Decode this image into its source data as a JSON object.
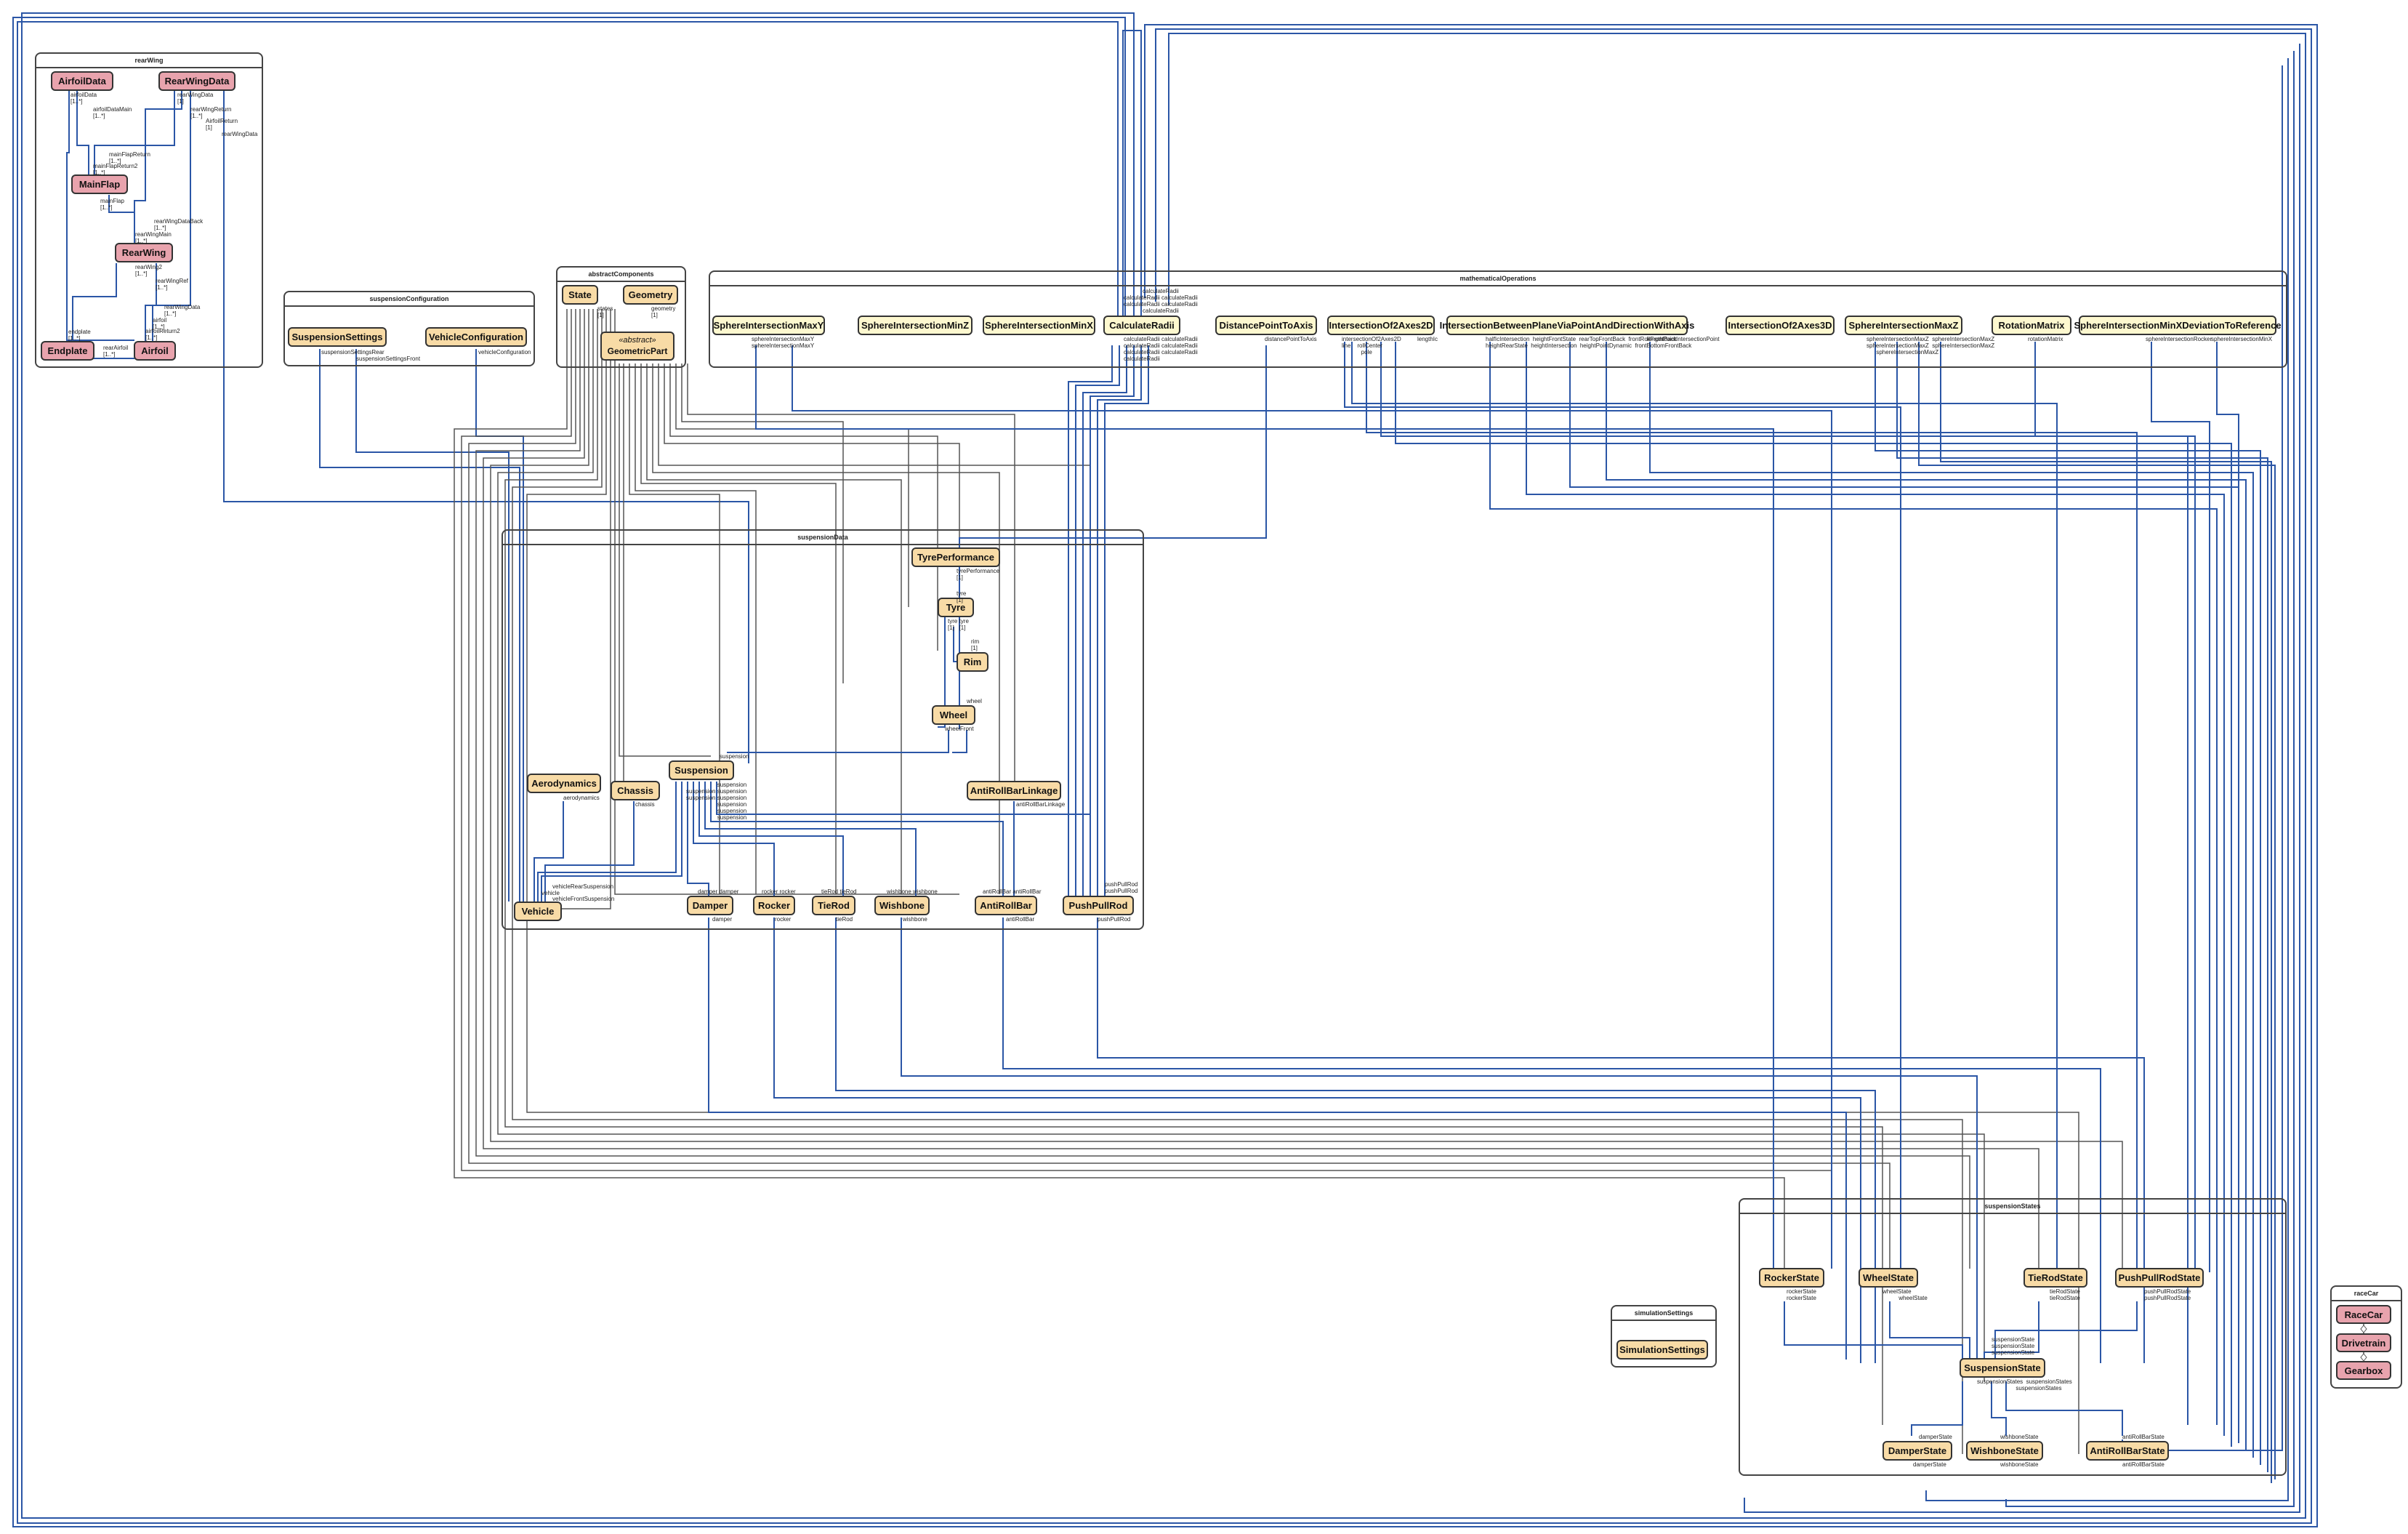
{
  "packages": {
    "rearWing": "rearWing",
    "suspensionConfiguration": "suspensionConfiguration",
    "abstractComponents": "abstractComponents",
    "mathematicalOperations": "mathematicalOperations",
    "suspensionData": "suspensionData",
    "suspensionStates": "suspensionStates",
    "simulationSettings": "simulationSettings",
    "raceCar": "raceCar"
  },
  "classes": {
    "airfoilData": "AirfoilData",
    "rearWingData": "RearWingData",
    "mainFlap": "MainFlap",
    "rearWing": "RearWing",
    "endplate": "Endplate",
    "airfoil": "Airfoil",
    "suspensionSettings": "SuspensionSettings",
    "vehicleConfiguration": "VehicleConfiguration",
    "state": "State",
    "geometry": "Geometry",
    "geometricPartStereotype": "«abstract»",
    "geometricPart": "GeometricPart",
    "sphereIntersectionMaxY": "SphereIntersectionMaxY",
    "sphereIntersectionMinZ": "SphereIntersectionMinZ",
    "sphereIntersectionMinX": "SphereIntersectionMinX",
    "calculateRadii": "CalculateRadii",
    "distancePointToAxis": "DistancePointToAxis",
    "intersectionOf2Axes2D": "IntersectionOf2Axes2D",
    "intersectionPlaneVia": "IntersectionBetweenPlaneViaPointAndDirectionWithAxis",
    "intersectionOf2Axes3D": "IntersectionOf2Axes3D",
    "sphereIntersectionMaxZ": "SphereIntersectionMaxZ",
    "rotationMatrix": "RotationMatrix",
    "sphereIntersectionMinXDev": "SphereIntersectionMinXDeviationToReference",
    "tyrePerformance": "TyrePerformance",
    "tyre": "Tyre",
    "rim": "Rim",
    "wheel": "Wheel",
    "suspension": "Suspension",
    "aerodynamics": "Aerodynamics",
    "chassis": "Chassis",
    "antiRollBarLinkage": "AntiRollBarLinkage",
    "vehicle": "Vehicle",
    "damper": "Damper",
    "rocker": "Rocker",
    "tieRod": "TieRod",
    "wishbone": "Wishbone",
    "antiRollBar": "AntiRollBar",
    "pushPullRod": "PushPullRod",
    "rockerState": "RockerState",
    "wheelState": "WheelState",
    "tieRodState": "TieRodState",
    "pushPullRodState": "PushPullRodState",
    "suspensionState": "SuspensionState",
    "damperState": "DamperState",
    "wishboneState": "WishboneState",
    "antiRollBarState": "AntiRollBarState",
    "simulationSettingsCls": "SimulationSettings",
    "raceCar": "RaceCar",
    "drivetrain": "Drivetrain",
    "gearbox": "Gearbox"
  },
  "labels": {
    "airfoilData_roles": "airfoilData\n[1..*]",
    "airfoilDataMain": "airfoilDataMain\n[1..*]",
    "rearWingData_roles": "rearWingData\n[1]",
    "rearWingReturn": "rearWingReturn\n[1..*]",
    "airfoilReturn": "AirfoilReturn\n[1]",
    "rearWingData_r": "rearWingData",
    "mainFlapReturn": "mainFlapReturn\n[1..*]",
    "mainFlapReturn2": "mainFlapReturn2\n[1..*]",
    "mainFlap": "mainFlap\n[1..*]",
    "rearWingDataBack": "rearWingDataBack\n[1..*]",
    "rearWingMain": "rearWingMain\n[1..*]",
    "rearWing2": "rearWing2\n[1..*]",
    "rearWingRef": "rearWingRef\n[1..*]",
    "rearWingData2": "rearWingData\n[1..*]",
    "airfoil": "airfoil\n[1..*]",
    "airfoilReturn2": "airfoilReturn2\n[1..*]",
    "endplate": "endplate\n[1..*]",
    "rearAirfoil": "rearAirfoil\n[1..*]",
    "suspensionSettingsRear": "suspensionSettingsRear",
    "suspensionSettingsFront": "suspensionSettingsFront",
    "vehicleConfiguration": "vehicleConfiguration",
    "states": "states\n[1]",
    "geometry": "geometry\n[1]",
    "sphereIntersectionMaxY": "sphereIntersectionMaxY\nsphereIntersectionMaxY",
    "calculateRadii_top": "calculateRadii\ncalculateRadii calculateRadii\ncalculateRadii calculateRadii\ncalculateRadii",
    "calculateRadii_bottom": "calculateRadii calculateRadii\ncalculateRadii calculateRadii\ncalculateRadii calculateRadii\ncalculateRadii",
    "distancePointToAxis": "distancePointToAxis",
    "intersectionOf2Axes2D": "intersectionOf2Axes2D\nline    rollCenter\n            pole",
    "lengthIc": "lengthIc",
    "planeVia": "halfIcIntersection  heightFrontState  rearTopFrontBack  frontRollFrontBack\nheightRearState  heightIntersection  heightPointDynamic  frontBottomFrontBack",
    "lengthRearAxis": "lengthPointIntersectionPoint",
    "sphereIntersectionMaxZ": "sphereIntersectionMaxZ  sphereIntersectionMaxZ\nsphereIntersectionMaxZ  sphereIntersectionMaxZ\n      sphereIntersectionMaxZ",
    "rotationMatrix": "rotationMatrix",
    "sphereIntersectionRocker": "sphereIntersectionRocker",
    "sphereIntersectionMinX": "sphereIntersectionMinX",
    "tyrePerformance": "tyrePerformance\n[1]",
    "tyre": "tyre\n[1]",
    "tyreTyre": "tyre tyre\n[1]   [1]",
    "rim": "rim\n[1]",
    "wheel": "wheel",
    "wheelFront": "wheelFront",
    "suspension": "suspension",
    "suspensionFan": "suspension\nsuspension suspension\nsuspension suspension\nsuspension\nsuspension\nsuspension",
    "aerodynamics": "aerodynamics",
    "chassis": "chassis",
    "antiRollBarLinkage": "antiRollBarLinkage",
    "vehicleRearSuspension": "vehicleRearSuspension",
    "vehicle": "vehicle",
    "vehicleFrontSuspension": "vehicleFrontSuspension",
    "damperTop": "damper  damper",
    "damper": "damper",
    "rockerTop": "rocker  rocker",
    "rocker": "rocker",
    "tieRodTop": "tieRod  tieRod",
    "tieRod": "tieRod",
    "wishboneTop": "wishbone  wishbone",
    "wishbone": "wishbone",
    "antiRollBarTop": "antiRollBar  antiRollBar",
    "antiRollBar": "antiRollBar",
    "pushPullRodTop": "pushPullRod\npushPullRod",
    "pushPullRod": "pushPullRod",
    "rockerState": "rockerState\nrockerState",
    "wheelState": "wheelState\n          wheelState",
    "tieRodState": "tieRodState\ntieRodState",
    "pushPullRodState": "pushPullRodState\npushPullRodState",
    "suspensionStateTop": "suspensionState\nsuspensionState\nsuspensionState",
    "suspensionStates": "suspensionStates  suspensionStates\n                        suspensionStates",
    "damperStateTop": "damperState",
    "damperState": "damperState",
    "wishboneStateTop": "wishboneState",
    "wishboneState": "wishboneState",
    "antiRollBarStateTop": "antiRollBarState",
    "antiRollBarState": "antiRollBarState"
  }
}
